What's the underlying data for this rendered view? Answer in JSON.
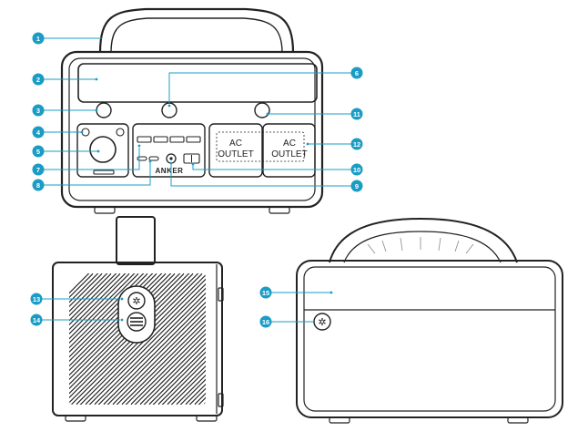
{
  "front_panel": {
    "brand": "ANKER",
    "ac_outlet_left": {
      "line1": "AC",
      "line2": "OUTLET"
    },
    "ac_outlet_right": {
      "line1": "AC",
      "line2": "OUTLET"
    }
  },
  "callouts": [
    {
      "id": "c1",
      "label": "1"
    },
    {
      "id": "c2",
      "label": "2"
    },
    {
      "id": "c3",
      "label": "3"
    },
    {
      "id": "c4",
      "label": "4"
    },
    {
      "id": "c5",
      "label": "5"
    },
    {
      "id": "c6",
      "label": "6"
    },
    {
      "id": "c7",
      "label": "7"
    },
    {
      "id": "c8",
      "label": "8"
    },
    {
      "id": "c9",
      "label": "9"
    },
    {
      "id": "c10",
      "label": "10"
    },
    {
      "id": "c11",
      "label": "11"
    },
    {
      "id": "c12",
      "label": "12"
    },
    {
      "id": "c13",
      "label": "13"
    },
    {
      "id": "c14",
      "label": "14"
    },
    {
      "id": "c15",
      "label": "15"
    },
    {
      "id": "c16",
      "label": "16"
    }
  ],
  "colors": {
    "callout": "#1a9cc4",
    "outline": "#222222"
  }
}
